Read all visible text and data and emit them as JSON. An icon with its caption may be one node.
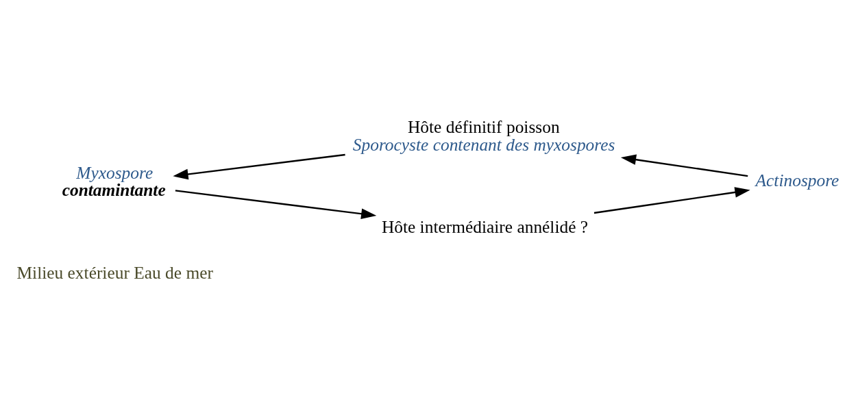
{
  "diagram": {
    "nodes": [
      {
        "text": [
          "Hôte définitif poisson",
          "Sporocyste contenant des myxospores"
        ]
      },
      {
        "text": [
          "Myxospore",
          "contamintante"
        ]
      },
      {
        "text": [
          "Hôte intermédiaire annélidé ?"
        ]
      },
      {
        "text": [
          "Actinospore"
        ]
      }
    ],
    "edges": [
      {
        "from": 3,
        "to": 0,
        "arrow": "to"
      },
      {
        "from": 0,
        "to": 1,
        "arrow": "to"
      },
      {
        "from": 1,
        "to": 2,
        "arrow": "to"
      },
      {
        "from": 2,
        "to": 3,
        "arrow": "to"
      }
    ],
    "labels": [
      "Milieu extérieur Eau de mer"
    ]
  }
}
